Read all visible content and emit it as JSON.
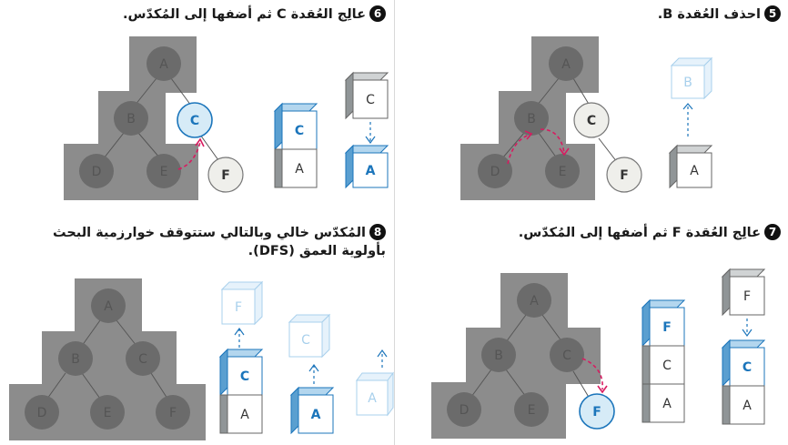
{
  "steps": [
    {
      "badge": "5",
      "caption": "احذف العُقدة B.",
      "tree": {
        "A": "A",
        "B": "B",
        "C": "C",
        "D": "D",
        "E": "E",
        "F": "F"
      },
      "stack": [
        {
          "label": "A",
          "state": "top"
        }
      ],
      "popped": {
        "label": "B",
        "state": "faded"
      }
    },
    {
      "badge": "6",
      "caption": "عالِج العُقدة C ثم أضفها إلى المُكدّس.",
      "tree": {
        "A": "A",
        "B": "B",
        "C": "C",
        "D": "D",
        "E": "E",
        "F": "F"
      },
      "stack_before": [
        {
          "label": "A"
        },
        {
          "label": "C"
        }
      ],
      "stack_after": [
        {
          "label": "A"
        }
      ],
      "pushed": {
        "label": "C"
      }
    },
    {
      "badge": "7",
      "caption": "عالِج العُقدة F ثم أضفها إلى المُكدّس.",
      "tree": {
        "A": "A",
        "B": "B",
        "C": "C",
        "D": "D",
        "E": "E",
        "F": "F"
      },
      "stack_before": [
        {
          "label": "A"
        },
        {
          "label": "C"
        },
        {
          "label": "F"
        }
      ],
      "stack_after": [
        {
          "label": "A"
        },
        {
          "label": "C"
        }
      ],
      "pushed": {
        "label": "F"
      }
    },
    {
      "badge": "8",
      "caption_line1": "المُكدّس خالي وبالتالي ستتوقف خوارزمية البحث",
      "caption_line2": "بأولوية العمق (DFS).",
      "tree": {
        "A": "A",
        "B": "B",
        "C": "C",
        "D": "D",
        "E": "E",
        "F": "F"
      },
      "pop_sequence": [
        {
          "stack": [
            "A",
            "C"
          ],
          "popped": "F"
        },
        {
          "stack": [
            "A"
          ],
          "popped": "C"
        },
        {
          "stack": [],
          "popped": "A"
        }
      ]
    }
  ],
  "colors": {
    "gray_box": "#8c8c8c",
    "gray_node": "#6b6b6b",
    "node_light": "#efefeb",
    "blue": "#1b75bb",
    "blue_light": "#d6ebf7",
    "faded_blue": "#cfe5f4",
    "arrow_red": "#d81b60",
    "cube_gray": "#a0a6a8"
  }
}
